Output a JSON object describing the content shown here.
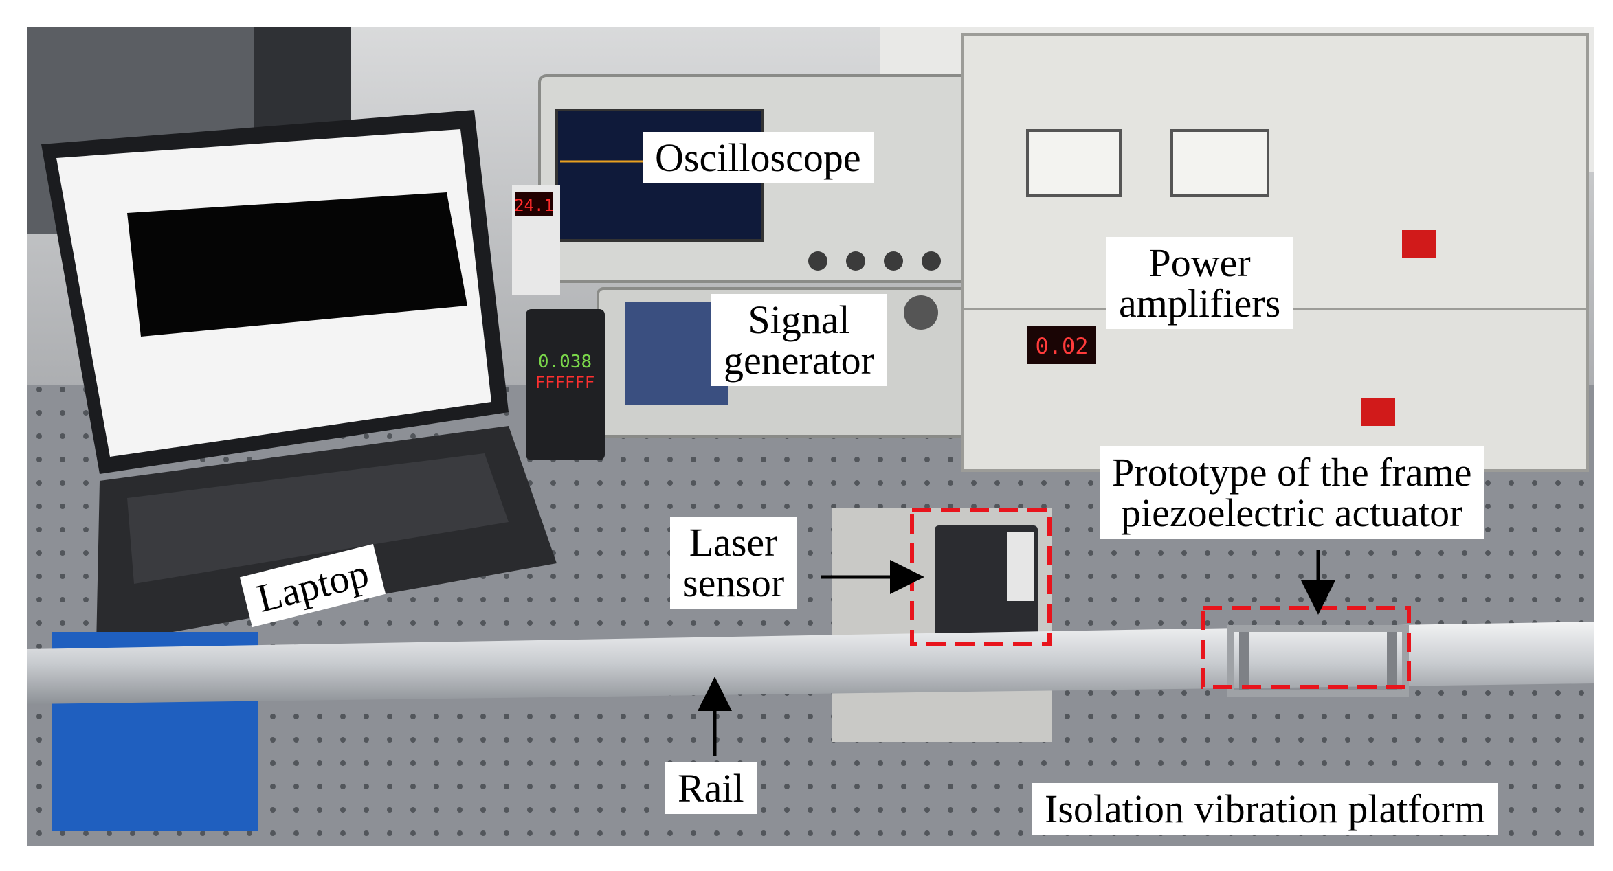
{
  "figure": {
    "labels": {
      "oscilloscope": "Oscilloscope",
      "power_amplifiers_line1": "Power",
      "power_amplifiers_line2": "amplifiers",
      "signal_generator_line1": "Signal",
      "signal_generator_line2": "generator",
      "prototype_line1": "Prototype of the frame",
      "prototype_line2": "piezoelectric actuator",
      "laser_sensor_line1": "Laser",
      "laser_sensor_line2": "sensor",
      "laptop": "Laptop",
      "rail": "Rail",
      "isolation_platform": "Isolation vibration platform"
    },
    "device_readouts": {
      "temp_display": "24.1",
      "controller_display_top": "0.038",
      "controller_display_bottom": "FFFFFF",
      "amplifier_display": "0.02"
    },
    "colors": {
      "highlight_box": "#e8141c",
      "arrow": "#000000",
      "label_bg": "#ffffff",
      "platform": "#8d9096",
      "amplifier_case": "#e4e4e0"
    }
  }
}
